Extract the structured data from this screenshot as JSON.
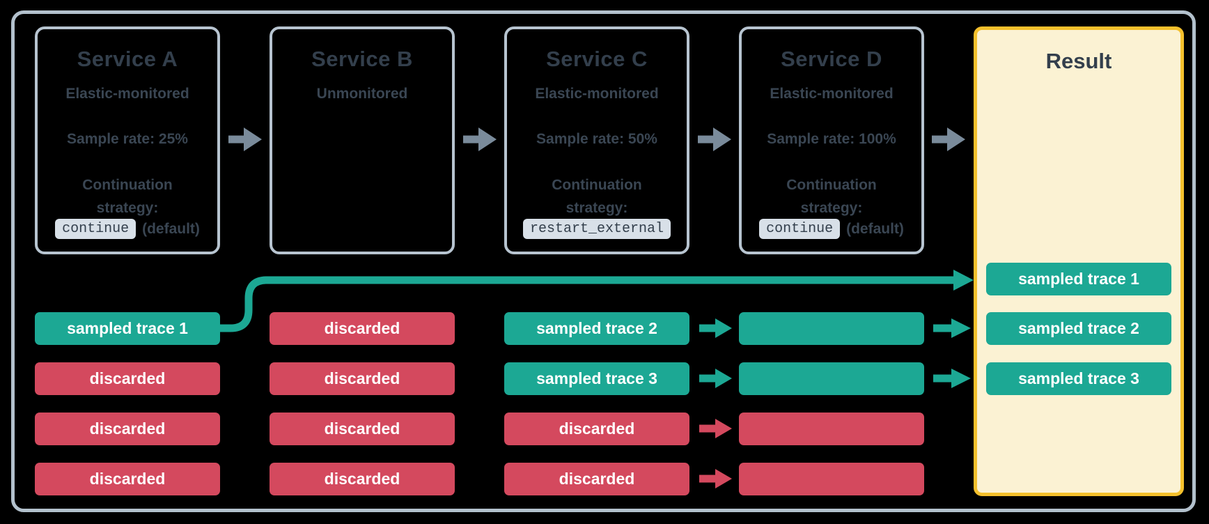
{
  "colors": {
    "sampled_teal": "#1CA894",
    "discarded_red": "#D4495E",
    "flow_arrow_gray": "#7A8B9B",
    "service_box_border": "#B7C4D0",
    "outer_border": "#B3C1CD",
    "text_slate": "#3A4653",
    "code_chip_bg": "#D8E0E8",
    "result_border_yellow": "#F4C02C",
    "result_bg_cream": "#FBF2D3"
  },
  "services": [
    {
      "title": "Service A",
      "monitoring": "Elastic-monitored",
      "sample_rate": "Sample rate: 25%",
      "continuation_line1": "Continuation",
      "continuation_line2": "strategy:",
      "strategy_code": "continue",
      "strategy_note": "(default)"
    },
    {
      "title": "Service B",
      "monitoring": "Unmonitored"
    },
    {
      "title": "Service C",
      "monitoring": "Elastic-monitored",
      "sample_rate": "Sample rate: 50%",
      "continuation_line1": "Continuation",
      "continuation_line2": "strategy:",
      "strategy_code": "restart_external",
      "strategy_note": ""
    },
    {
      "title": "Service D",
      "monitoring": "Elastic-monitored",
      "sample_rate": "Sample rate: 100%",
      "continuation_line1": "Continuation",
      "continuation_line2": "strategy:",
      "strategy_code": "continue",
      "strategy_note": "(default)"
    }
  ],
  "result": {
    "title": "Result",
    "traces": [
      "sampled trace 1",
      "sampled trace 2",
      "sampled trace 3"
    ]
  },
  "trace_rows": {
    "service_a": [
      {
        "label": "sampled trace 1",
        "type": "sampled"
      },
      {
        "label": "discarded",
        "type": "discarded"
      },
      {
        "label": "discarded",
        "type": "discarded"
      },
      {
        "label": "discarded",
        "type": "discarded"
      }
    ],
    "service_b": [
      {
        "label": "discarded",
        "type": "discarded"
      },
      {
        "label": "discarded",
        "type": "discarded"
      },
      {
        "label": "discarded",
        "type": "discarded"
      },
      {
        "label": "discarded",
        "type": "discarded"
      }
    ],
    "service_c": [
      {
        "label": "sampled trace 2",
        "type": "sampled"
      },
      {
        "label": "sampled trace 3",
        "type": "sampled"
      },
      {
        "label": "discarded",
        "type": "discarded"
      },
      {
        "label": "discarded",
        "type": "discarded"
      }
    ],
    "service_d": [
      {
        "label": "",
        "type": "sampled"
      },
      {
        "label": "",
        "type": "sampled"
      },
      {
        "label": "",
        "type": "discarded"
      },
      {
        "label": "",
        "type": "discarded"
      }
    ]
  }
}
